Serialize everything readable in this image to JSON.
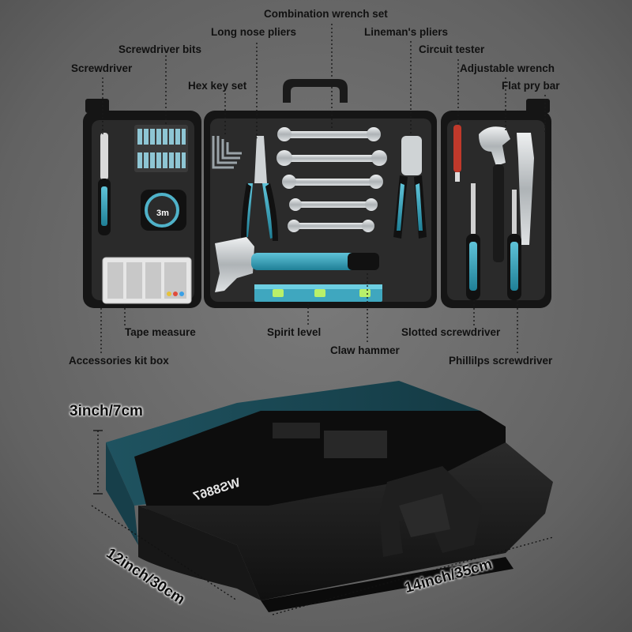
{
  "labels": {
    "combination_wrench_set": "Combination wrench set",
    "screwdriver_bits": "Screwdriver bits",
    "long_nose_pliers": "Long nose pliers",
    "linemans_pliers": "Lineman's pliers",
    "screwdriver": "Screwdriver",
    "circuit_tester": "Circuit tester",
    "adjustable_wrench": "Adjustable wrench",
    "hex_key_set": "Hex key set",
    "flat_pry_bar": "Flat pry bar",
    "tape_measure": "Tape measure",
    "spirit_level": "Spirit level",
    "slotted_screwdriver": "Slotted screwdriver",
    "claw_hammer": "Claw hammer",
    "accessories_kit_box": "Accessories kit box",
    "phillips_screwdriver": "Phillilps screwdriver"
  },
  "dimensions": {
    "height": "3inch/7cm",
    "depth": "12inch/30cm",
    "width": "14inch/35cm"
  },
  "case_print": {
    "model": "WS8867",
    "tape_readout": "3m"
  },
  "colors": {
    "background": "#6b6b6b",
    "case_black": "#1c1c1c",
    "tool_teal": "#2e8fa6",
    "chrome": "#c9ccce",
    "sleeve_teal": "#1d4a55"
  }
}
